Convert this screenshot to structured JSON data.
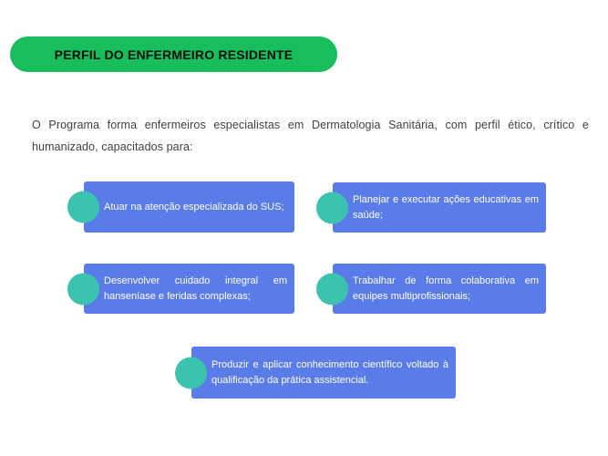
{
  "title_banner": {
    "label": "PERFIL DO ENFERMEIRO RESIDENTE"
  },
  "intro": {
    "text": "O Programa forma enfermeiros especialistas em Dermatologia Sanitária, com perfil ético, crítico e humanizado, capacitados para:"
  },
  "items": [
    {
      "text": "Atuar na atenção especializada do SUS;"
    },
    {
      "text": "Planejar e executar ações educativas em saúde;"
    },
    {
      "text": "Desenvolver cuidado integral em hanseníase e feridas complexas;"
    },
    {
      "text": "Trabalhar de forma colaborativa em equipes multiprofissionais;"
    },
    {
      "text": "Produzir e aplicar conhecimento científico voltado à qualificação da prática assistencial."
    }
  ],
  "colors": {
    "background": "#ffffff",
    "banner_green": "#19be5c",
    "box_blue": "#5a7ce9",
    "bullet_teal": "#3cc3ad",
    "title_text": "#0f0f0f",
    "body_text": "#3f3f3f",
    "box_text": "#ffffff"
  }
}
